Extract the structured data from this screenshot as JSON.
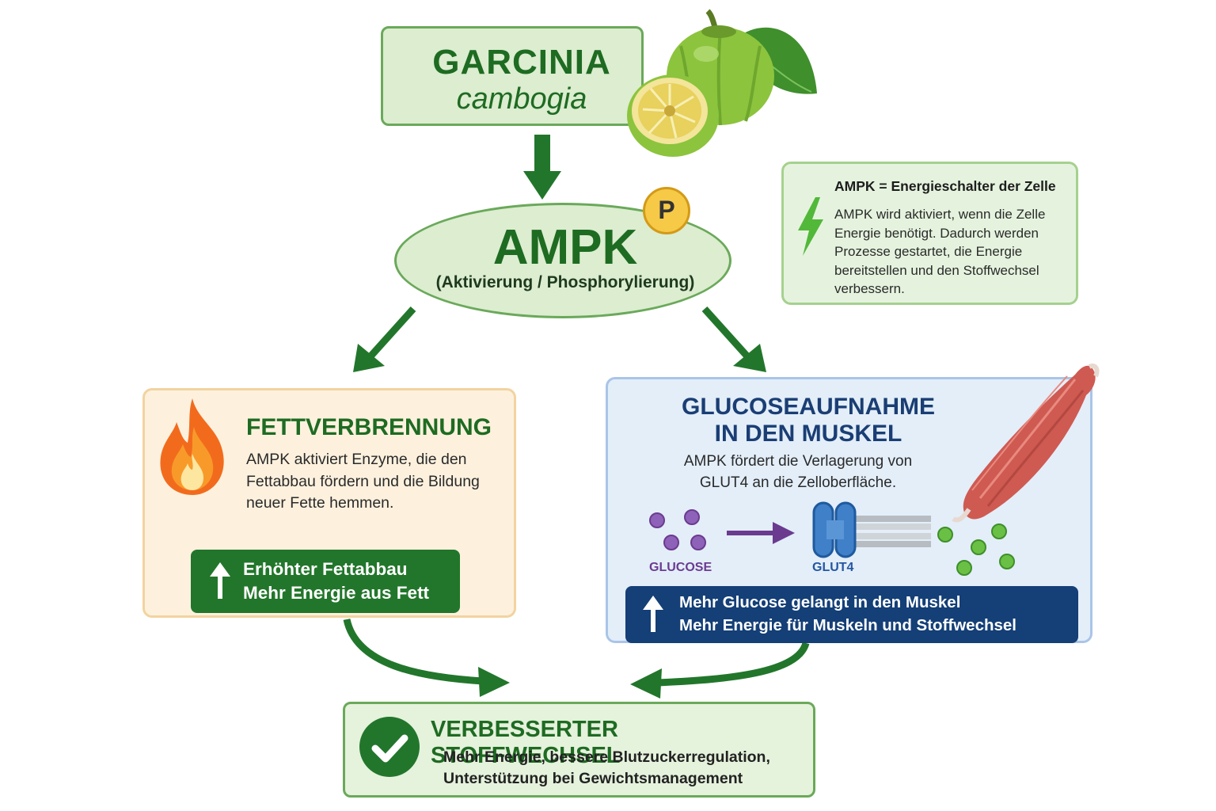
{
  "garcinia": {
    "title": "GARCINIA",
    "subtitle": "cambogia",
    "icon": "garcinia-fruit-icon"
  },
  "ampk": {
    "title": "AMPK",
    "subtitle": "(Aktivierung / Phosphorylierung)",
    "badge": "P"
  },
  "info": {
    "title": "AMPK = Energieschalter der Zelle",
    "lines": [
      "AMPK wird aktiviert, wenn die Zelle",
      "Energie benötigt. Dadurch werden",
      "Prozesse gestartet, die Energie",
      "bereitstellen und den Stoffwechsel",
      "verbessern."
    ],
    "icon": "lightning-icon"
  },
  "fett": {
    "title": "FETTVERBRENNUNG",
    "lines": [
      "AMPK aktiviert Enzyme, die den",
      "Fettabbau fördern und die Bildung",
      "neuer Fette hemmen."
    ],
    "banner": {
      "line1": "Erhöhter Fettabbau",
      "line2": "Mehr Energie aus Fett"
    },
    "icon": "flame-icon"
  },
  "glucose": {
    "title_line1": "GLUCOSEAUFNAHME",
    "title_line2": "IN DEN MUSKEL",
    "lines": [
      "AMPK fördert die Verlagerung von",
      "GLUT4 an die Zelloberfläche."
    ],
    "glucose_label": "GLUCOSE",
    "glut4_label": "GLUT4",
    "banner": {
      "line1": "Mehr Glucose gelangt in den Muskel",
      "line2": "Mehr Energie für Muskeln und Stoffwechsel"
    },
    "icon": "muscle-icon"
  },
  "result": {
    "title": "VERBESSERTER STOFFWECHSEL",
    "line1": "Mehr Energie, bessere Blutzuckerregulation,",
    "line2": "Unterstützung bei Gewichtsmanagement",
    "icon": "checkmark-icon"
  },
  "colors": {
    "green_dark": "#1e6b22",
    "green_fill": "#dcedd0",
    "blue_dark": "#143f77",
    "orange_fill": "#fdf1de",
    "purple": "#7b4fa6"
  }
}
